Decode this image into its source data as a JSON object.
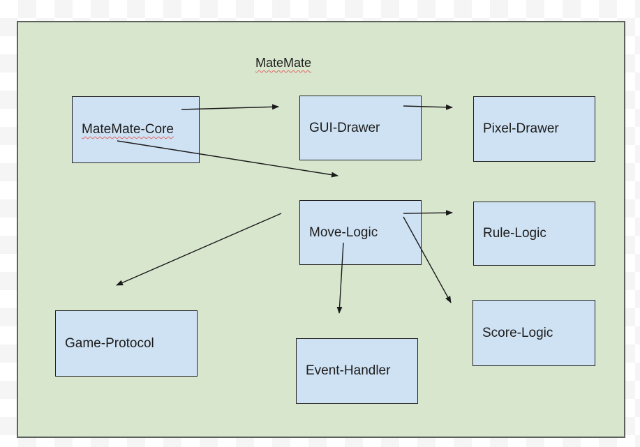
{
  "diagram": {
    "title": "MateMate",
    "title_spellcheck_underline": true,
    "nodes": [
      {
        "id": "matemate-core",
        "label": "MateMate-Core",
        "spellcheck_underline": true
      },
      {
        "id": "gui-drawer",
        "label": "GUI-Drawer",
        "spellcheck_underline": false
      },
      {
        "id": "pixel-drawer",
        "label": "Pixel-Drawer",
        "spellcheck_underline": false
      },
      {
        "id": "move-logic",
        "label": "Move-Logic",
        "spellcheck_underline": false
      },
      {
        "id": "rule-logic",
        "label": "Rule-Logic",
        "spellcheck_underline": false
      },
      {
        "id": "score-logic",
        "label": "Score-Logic",
        "spellcheck_underline": false
      },
      {
        "id": "game-protocol",
        "label": "Game-Protocol",
        "spellcheck_underline": false
      },
      {
        "id": "event-handler",
        "label": "Event-Handler",
        "spellcheck_underline": false
      }
    ],
    "edges": [
      {
        "from": "MateMate-Core",
        "to": "GUI-Drawer"
      },
      {
        "from": "GUI-Drawer",
        "to": "Pixel-Drawer"
      },
      {
        "from": "MateMate-Core",
        "to": "Move-Logic"
      },
      {
        "from": "Move-Logic",
        "to": "Game-Protocol"
      },
      {
        "from": "Move-Logic",
        "to": "Event-Handler"
      },
      {
        "from": "Move-Logic",
        "to": "Rule-Logic"
      },
      {
        "from": "Move-Logic",
        "to": "Score-Logic"
      }
    ],
    "colors": {
      "canvas_bg": "#d8e6cd",
      "canvas_border": "#5c615c",
      "node_fill": "#cfe2f3",
      "node_border": "#212121",
      "edge": "#1a1a1a",
      "spellcheck_squiggle": "#e06666",
      "checker_light": "#ffffff",
      "checker_gray": "#f5f5f5"
    }
  }
}
